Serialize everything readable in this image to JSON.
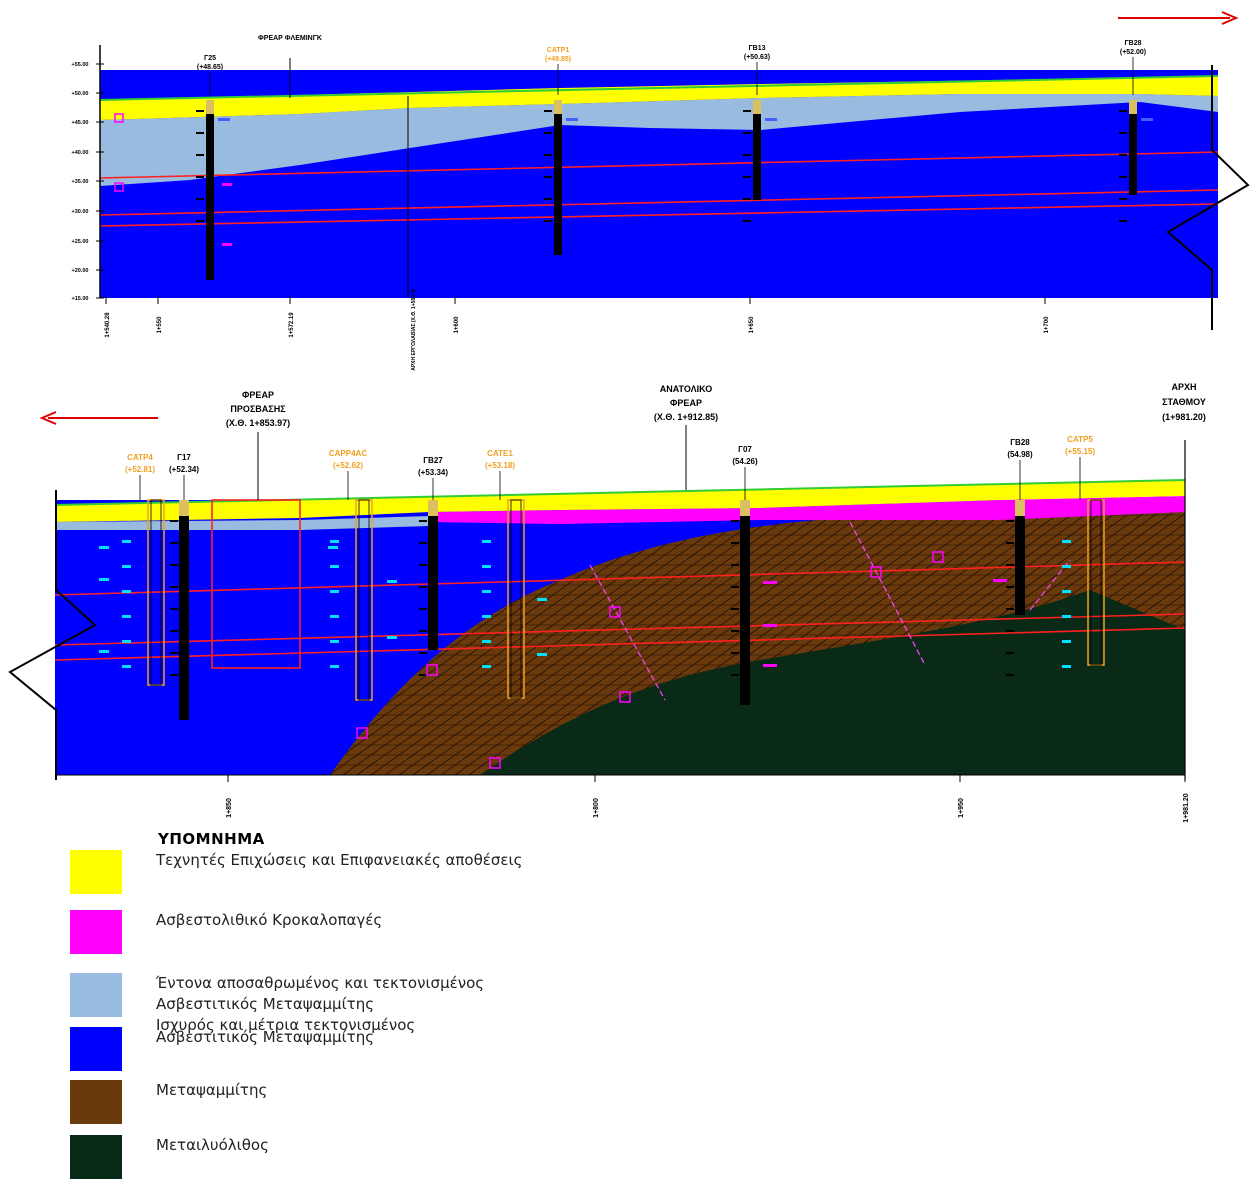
{
  "top_section": {
    "elevations": [
      "+55.00",
      "+50.00",
      "+45.00",
      "+40.00",
      "+35.00",
      "+30.00",
      "+25.00",
      "+20.00",
      "+15.00"
    ],
    "chainages": [
      "1+540.28",
      "1+550",
      "1+572.19",
      "1+600",
      "1+650",
      "1+700"
    ],
    "chainage_note": "ΑΡΧΗ ΕΡΓΟΛΑΒΙΑΣ (Χ.Θ. 1+589.4)",
    "shaft_label": "ΦΡΕΑΡ ΦΛΕΜΙΝΓΚ",
    "boreholes": [
      {
        "id": "Γ25",
        "elev": "(+48.65)",
        "color": "#000000"
      },
      {
        "id": "CATP1",
        "elev": "(+49.85)",
        "color": "#f0a020"
      },
      {
        "id": "ΓΒ13",
        "elev": "(+50.63)",
        "color": "#000000"
      },
      {
        "id": "ΓΒ28",
        "elev": "(+52.00)",
        "color": "#000000"
      }
    ]
  },
  "bottom_section": {
    "chainages": [
      "1+850",
      "1+800",
      "1+950",
      "1+981.20"
    ],
    "shafts": [
      {
        "label": "ΦΡΕΑΡ ΠΡΟΣΒΑΣΗΣ (Χ.Θ. 1+853.97)"
      },
      {
        "label": "ΑΝΑΤΟΛΙΚΟ ΦΡΕΑΡ (Χ.Θ. 1+912.85)"
      },
      {
        "label": "ΑΡΧΗ ΣΤΑΘΜΟΥ (1+981.20)"
      }
    ],
    "boreholes": [
      {
        "id": "CATP4",
        "elev": "(+52.81)",
        "color": "#f0a020"
      },
      {
        "id": "Γ17",
        "elev": "(+52.34)",
        "color": "#000000"
      },
      {
        "id": "CAPP4AC",
        "elev": "(+52.62)",
        "color": "#f0a020"
      },
      {
        "id": "ΓΒ27",
        "elev": "(+53.34)",
        "color": "#000000"
      },
      {
        "id": "CATE1",
        "elev": "(+53.18)",
        "color": "#f0a020"
      },
      {
        "id": "Γ07",
        "elev": "(54.26)",
        "color": "#000000"
      },
      {
        "id": "ΓΒ28",
        "elev": "(54.98)",
        "color": "#000000"
      },
      {
        "id": "CATP5",
        "elev": "(+55.15)",
        "color": "#f0a020"
      }
    ]
  },
  "legend": {
    "title": "ΥΠΟΜΝΗΜΑ",
    "items": [
      {
        "label": "Τεχνητές Επιχώσεις και Επιφανειακές αποθέσεις",
        "color": "#ffff00"
      },
      {
        "label": "Ασβεστολιθικό Κροκαλοπαγές",
        "color": "#ff00ff"
      },
      {
        "label": "Έντονα αποσαθρωμένος και τεκτονισμένος\nΑσβεστιτικός Μεταψαμμίτης\nΙσχυρός και μέτρια τεκτονισμένος",
        "color": "#99bbe0"
      },
      {
        "label": "Ασβεστιτικός Μεταψαμμίτης",
        "color": "#0000ff"
      },
      {
        "label": "Μεταψαμμίτης",
        "color": "#6b3a0c"
      },
      {
        "label": "Μεταιλυόλιθος",
        "color": "#0a2a18"
      }
    ]
  }
}
